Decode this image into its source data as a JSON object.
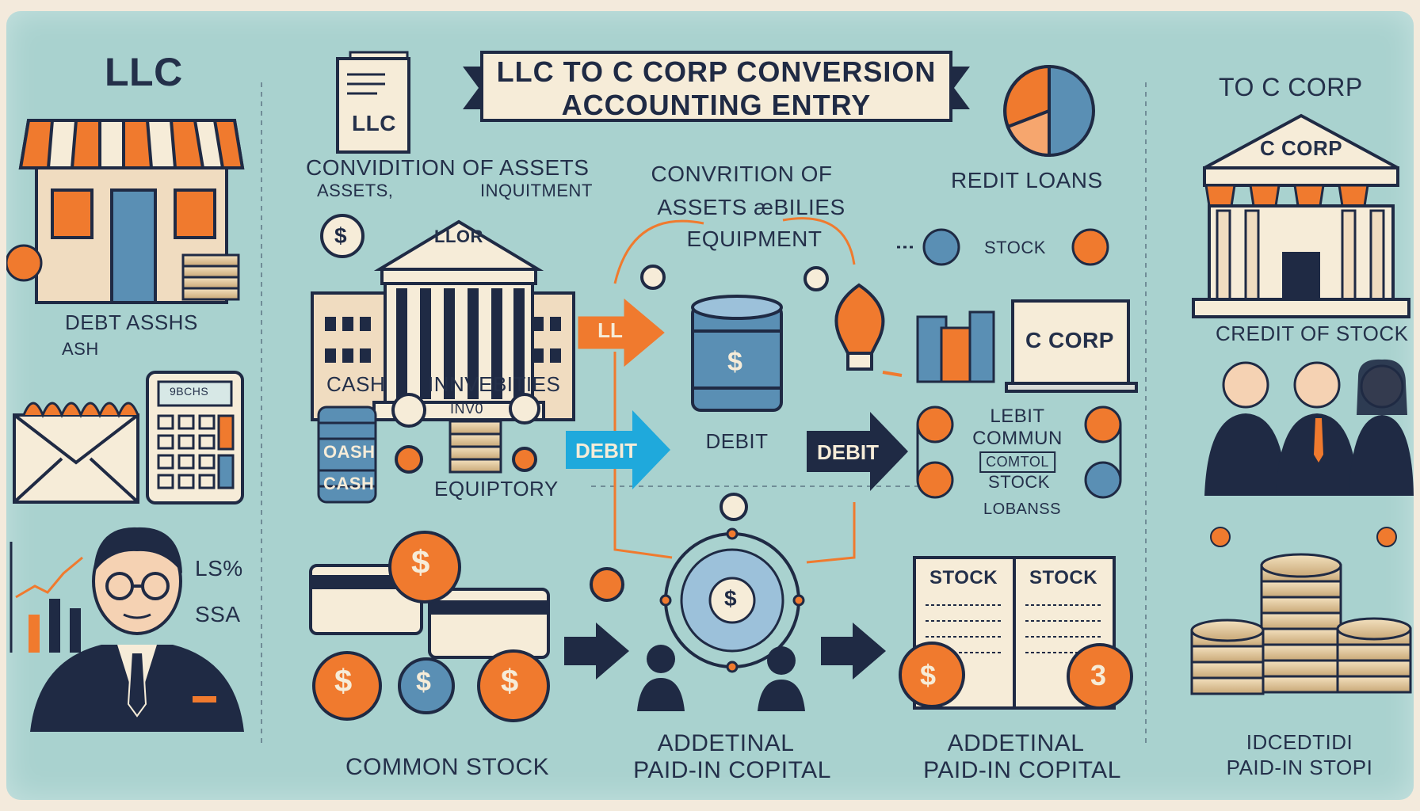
{
  "title": {
    "line1": "LLC TO C CORP CONVERSION",
    "line2": "ACCOUNTING ENTRY"
  },
  "left_column": {
    "heading": "LLC",
    "store_label": "DEBT ASSHS",
    "store_sublabel": "ASH",
    "calculator_display": "9BCHS",
    "chart_labels": [
      "LS%",
      "SSA"
    ]
  },
  "col2": {
    "doc_label": "LLC",
    "heading": "CONVIDITION OF ASSETS",
    "subheading_left": "ASSETS,",
    "subheading_right": "INQUITMENT",
    "bank_label": "LLOR",
    "cash_label": "CASH",
    "invest_label": "INNVEBITIES",
    "stack_labels": [
      "OASH",
      "CASH"
    ],
    "inv_label": "INV0",
    "equip_label": "EQUIPTORY",
    "bottom_label": "COMMON STOCK"
  },
  "col3": {
    "heading_lines": [
      "CONVRITION OF",
      "ASSETS æBILIES",
      "EQUIPMENT"
    ],
    "arrow_llc": "LL",
    "arrow_debit_left": "DEBIT",
    "debit_label": "DEBIT",
    "bottom_lines": [
      "ADDETINAL",
      "PAID-IN COPITAL"
    ]
  },
  "col4": {
    "heading": "REDIT  LOANS",
    "stock_label": "STOCK",
    "screen_label": "C CORP",
    "arrow_debit": "DEBIT",
    "lebit_lines": [
      "LEBIT",
      "COMMUN"
    ],
    "box_lines": [
      "COMTOL",
      "STOCK"
    ],
    "loans_label": "LOBANSS",
    "ledger_left": "STOCK",
    "ledger_right": "STOCK",
    "bottom_lines": [
      "ADDETINAL",
      "PAID-IN COPITAL"
    ]
  },
  "right_column": {
    "heading": "TO C CORP",
    "bank_label": "C CORP",
    "credit_label": "CREDIT OF STOCK",
    "bottom_lines": [
      "IDCEDTIDI",
      "PAID-IN STOPI"
    ]
  },
  "coin_symbol": "$",
  "coin_three": "3",
  "colors": {
    "background": "#a9d2cf",
    "navy": "#1f2a44",
    "orange": "#f07a2e",
    "blue": "#5a8fb4",
    "cyan": "#1fa9dc",
    "cream": "#f6ecd8"
  }
}
